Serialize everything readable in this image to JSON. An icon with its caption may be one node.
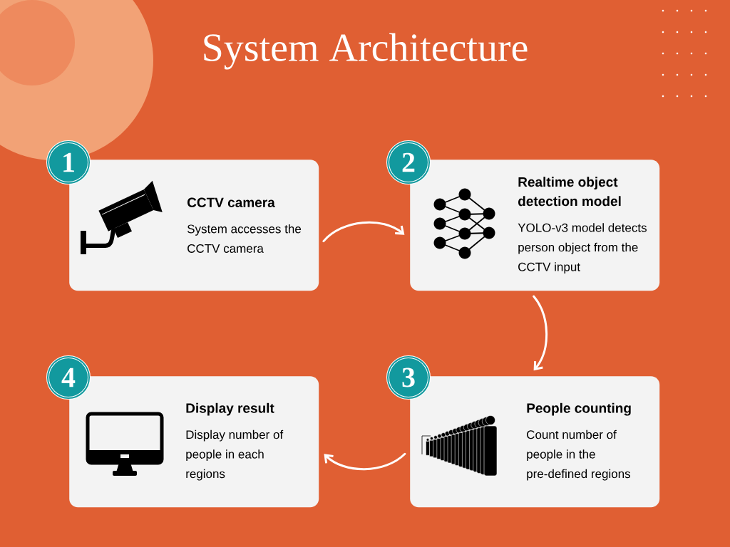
{
  "diagram": {
    "title": "System Architecture",
    "nodes": [
      {
        "text": [
          "1"
        ]
      },
      {
        "text": [
          "CCTV camera",
          "System accesses the CCTV camera"
        ]
      },
      {
        "text": [
          "2"
        ]
      },
      {
        "text": [
          "Realtime object detection model",
          "YOLO-v3 model detects person object from the CCTV input"
        ]
      },
      {
        "text": [
          "4"
        ]
      },
      {
        "text": [
          "Display result",
          "Display number of people in each regions"
        ]
      },
      {
        "text": [
          "3"
        ]
      },
      {
        "text": [
          "People counting",
          "Count number of people in the pre-defined regions"
        ]
      }
    ],
    "edges": [
      {
        "from": 1,
        "to": 3,
        "arrow": "to"
      },
      {
        "from": 3,
        "to": 7,
        "arrow": "to"
      },
      {
        "from": 7,
        "to": 5,
        "arrow": "to"
      }
    ]
  }
}
